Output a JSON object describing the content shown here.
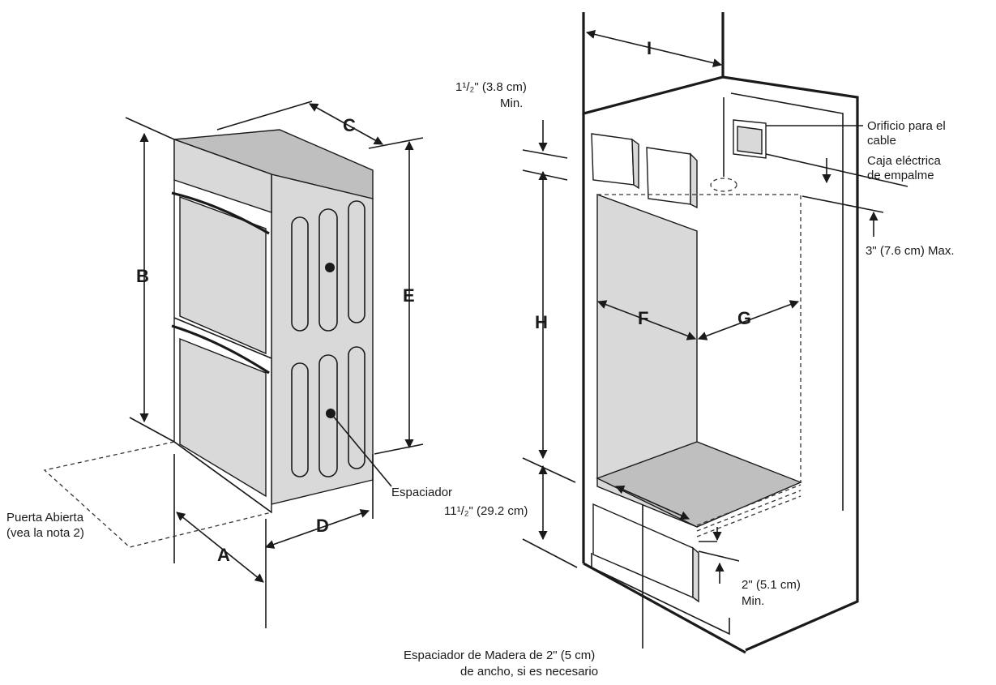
{
  "dimension_letters": {
    "a": "A",
    "b": "B",
    "c": "C",
    "d": "D",
    "e": "E",
    "f": "F",
    "g": "G",
    "h": "H",
    "i": "I"
  },
  "labels": {
    "door_open_line1": "Puerta Abierta",
    "door_open_line2": "(vea la nota 2)",
    "spacer": "Espaciador",
    "top_gap_line1": "1¹/₂\" (3.8 cm)",
    "top_gap_line2": "Min.",
    "cable_hole_line1": "Orificio para el",
    "cable_hole_line2": "cable",
    "junction_box_line1": "Caja eléctrica",
    "junction_box_line2": "de empalme",
    "top_max": "3\" (7.6 cm) Max.",
    "bottom_height": "11¹/₂\" (29.2 cm)",
    "bottom_gap_line1": "2\" (5.1 cm)",
    "bottom_gap_line2": "Min.",
    "wood_spacer_line1": "Espaciador de Madera de 2\" (5 cm)",
    "wood_spacer_line2": "de ancho, si es necesario"
  }
}
